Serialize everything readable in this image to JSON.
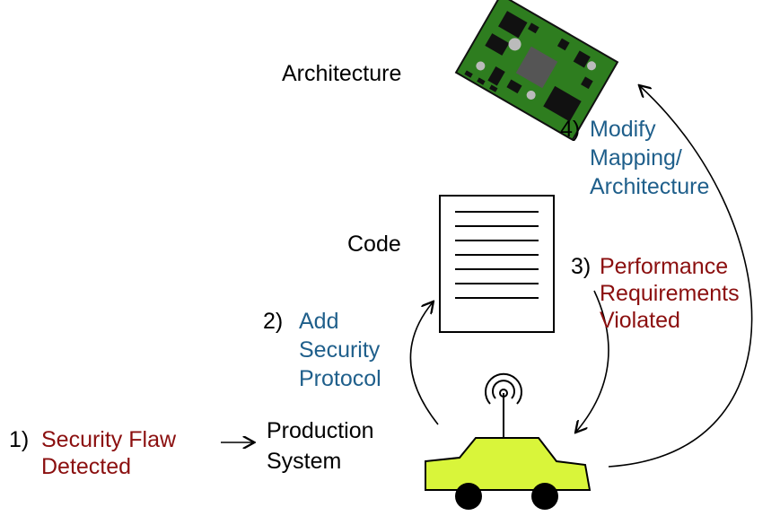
{
  "labels": {
    "architecture": "Architecture",
    "code": "Code",
    "production_line1": "Production",
    "production_line2": "System"
  },
  "steps": {
    "step1": {
      "num": "1)",
      "line1": "Security Flaw",
      "line2": "Detected"
    },
    "step2": {
      "num": "2)",
      "line1": "Add",
      "line2": "Security",
      "line3": "Protocol"
    },
    "step3": {
      "num": "3)",
      "line1": "Performance",
      "line2": "Requirements",
      "line3": "Violated"
    },
    "step4": {
      "num": "4)",
      "line1": "Modify",
      "line2": "Mapping/",
      "line3": "Architecture"
    }
  },
  "colors": {
    "problem": "#8b0f0f",
    "action": "#1f5f8b",
    "car_body": "#d9f53a",
    "board": "#2e7d1f"
  },
  "icons": [
    "circuit-board-icon",
    "document-icon",
    "car-antenna-icon"
  ]
}
